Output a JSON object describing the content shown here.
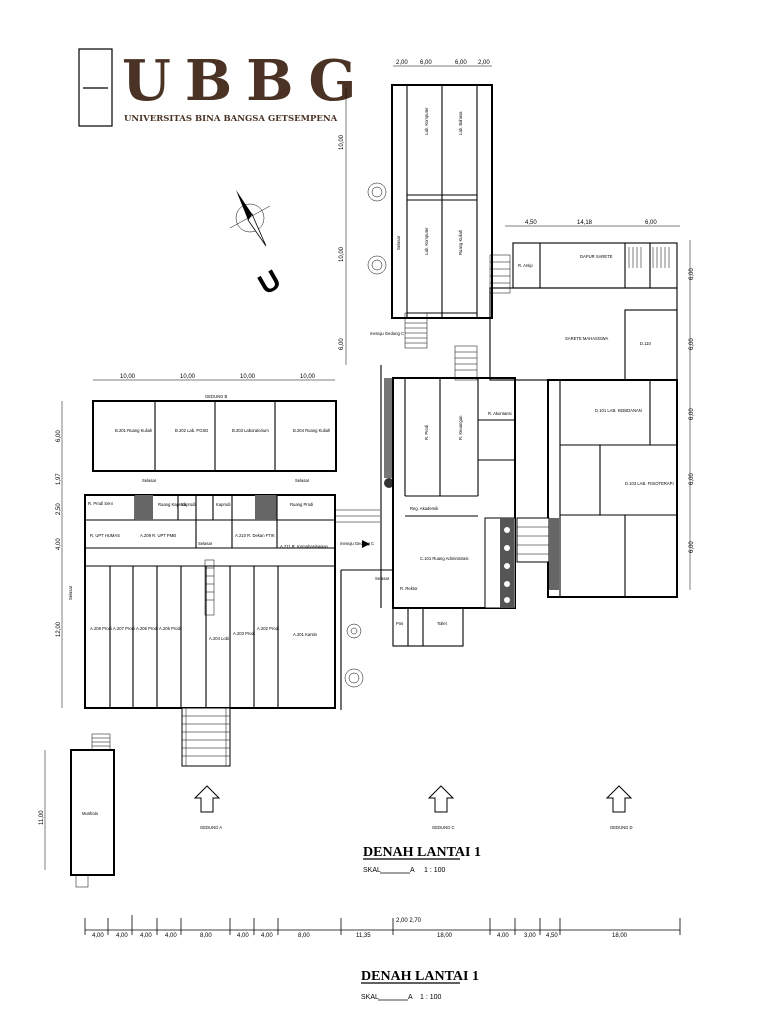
{
  "logo": {
    "wordmark": "UBBG",
    "university": "UNIVERSITAS BINA BANGSA GETSEMPENA"
  },
  "north": {
    "letter": "U"
  },
  "title": {
    "main": "DENAH LANTAI 1",
    "scale_prefix": "SKAL",
    "scale_suffix": "A",
    "scale_value": "1 : 100"
  },
  "entrances": {
    "a": "GEDUNG A",
    "c": "GEDUNG C",
    "d": "GEDUNG D"
  },
  "labels": {
    "gedung_b": "GEDUNG B",
    "menuju_c": "menuju Gedung C",
    "menuju_c_top": "menuju Gedung C"
  },
  "rooms": {
    "c_lab1": "Lab. Komputer",
    "c_lab2": "Lab. Bahasa",
    "c_lab3": "Lab. Komputer",
    "c_ruang": "Ruang Kuliah",
    "selasar": "Selasar",
    "d_dapur": "DAPUR SARETE",
    "d_r1": "R. Arsip",
    "d_hall": "SARETE MAHASISWA",
    "d_small": "D.110",
    "d_lab": "D.101 LAB. KEBIDANAN",
    "d_lab2": "D.103 LAB. FISIOTERAPI",
    "c_prodi": "R. Prodi",
    "c_ruang2": "R. Keuangan",
    "c_r": "R. Akuntansi",
    "c_reg": "Reg. Akademik",
    "c_adm": "C.101 Ruang Administrasi",
    "c_rektor": "R. Rektor",
    "c_pos": "Pos",
    "c_toilet": "Toilet",
    "b201": "B.201 Ruang Kuliah",
    "b202": "B.202 Lab. PGSD",
    "b203": "B.203 Laboratorium",
    "b204": "B.204 Ruang Kuliah",
    "selasar_b": "Selasar",
    "a_prodi_seni": "R. Prodi Seni",
    "a_kaprodi": "Ruang Kaprodi",
    "a_kaprodi2": "Kaprodi",
    "a_kaprodi3": "Kaprodi",
    "a_prodi_pai": "Ruang Prodi",
    "a_humas": "R. UPT HUMAS",
    "a_upt": "A.209 R. UPT PMB",
    "a_ftik": "A.210 R. Dekan FTIK",
    "a_kemahasiswaan": "A.211 R. Kemahasiswaan",
    "a208": "A.208 Prodi",
    "a207": "A.207 Prodi",
    "a206": "A.206 Prodi",
    "a205": "A.205 Prodi",
    "a204": "A.204 Lobi",
    "a203": "A.203 Prodi",
    "a202": "A.202 Prodi",
    "a201": "A.201 Kantin",
    "a_selasar_left": "Selasar",
    "mushola": "Mushola"
  },
  "dims": {
    "c_top": [
      "2,00",
      "6,00",
      "6,00",
      "2,00"
    ],
    "c_left": [
      "10,00",
      "10,00",
      "6,00"
    ],
    "d_top": [
      "4,50",
      "14,18",
      "6,00"
    ],
    "d_right": [
      "6,00",
      "6,00",
      "6,00",
      "6,00",
      "6,00"
    ],
    "b_top": [
      "10,00",
      "10,00",
      "10,00",
      "10,00"
    ],
    "a_left": [
      "6,00",
      "1,97",
      "2,50",
      "4,00",
      "12,00"
    ],
    "mushola": "11,00",
    "bottom": [
      "4,00",
      "4,00",
      "4,00",
      "4,00",
      "8,00",
      "4,00",
      "4,00",
      "8,00",
      "11,35",
      "18,00",
      "4,00",
      "3,00",
      "4,50",
      "18,00"
    ],
    "bottom_upper": "2,00 2,70"
  }
}
